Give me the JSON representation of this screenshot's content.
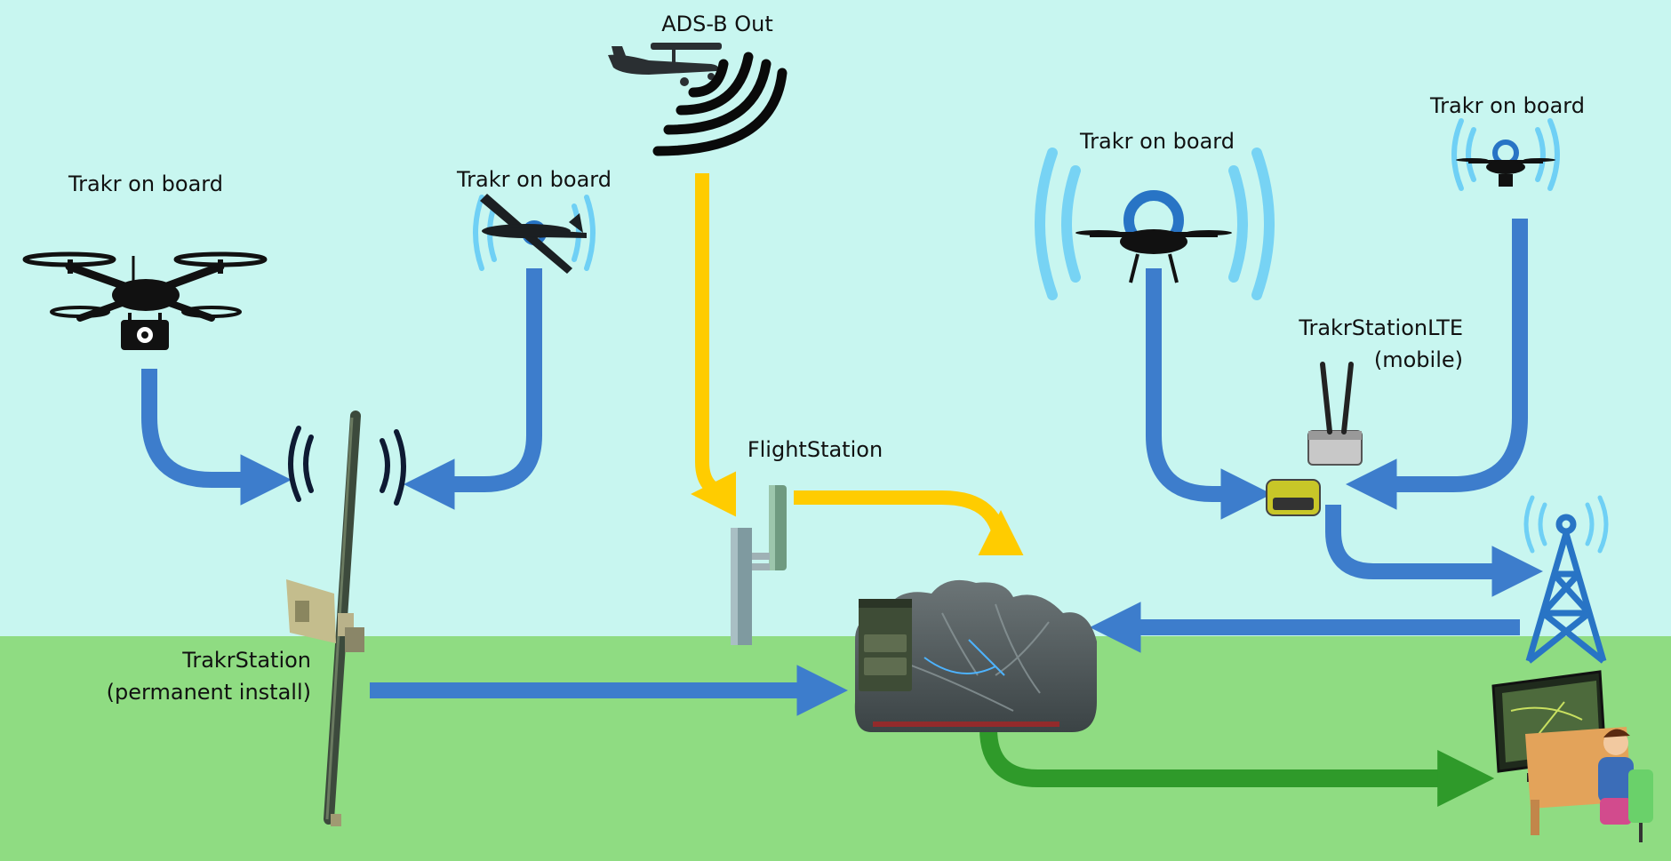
{
  "labels": {
    "adsb": "ADS-B Out",
    "trakr_left": "Trakr on board",
    "trakr_fixedwing": "Trakr on board",
    "trakr_center": "Trakr on board",
    "trakr_right": "Trakr on board",
    "flightstation": "FlightStation",
    "trakrstation_l1": "TrakrStation",
    "trakrstation_l2": "(permanent install)",
    "lte_l1": "TrakrStationLTE",
    "lte_l2": "(mobile)"
  },
  "colors": {
    "sky": "#c8f6f0",
    "ground": "#8fdc82",
    "blue_flow": "#3d7dcc",
    "yellow_flow": "#ffcc00",
    "green_flow": "#2f9a2a",
    "signal_light": "#6fd0f5",
    "signal_dark": "#0e1a33",
    "icon_dark": "#111111"
  },
  "icons": [
    "quadcopter-camera-icon",
    "fixed-wing-drone-icon",
    "cessna-plane-icon",
    "antenna-mast-icon",
    "flightstation-antenna-icon",
    "cloud-dashboard-icon",
    "lte-box-icon",
    "cell-tower-icon",
    "operator-desk-icon"
  ]
}
